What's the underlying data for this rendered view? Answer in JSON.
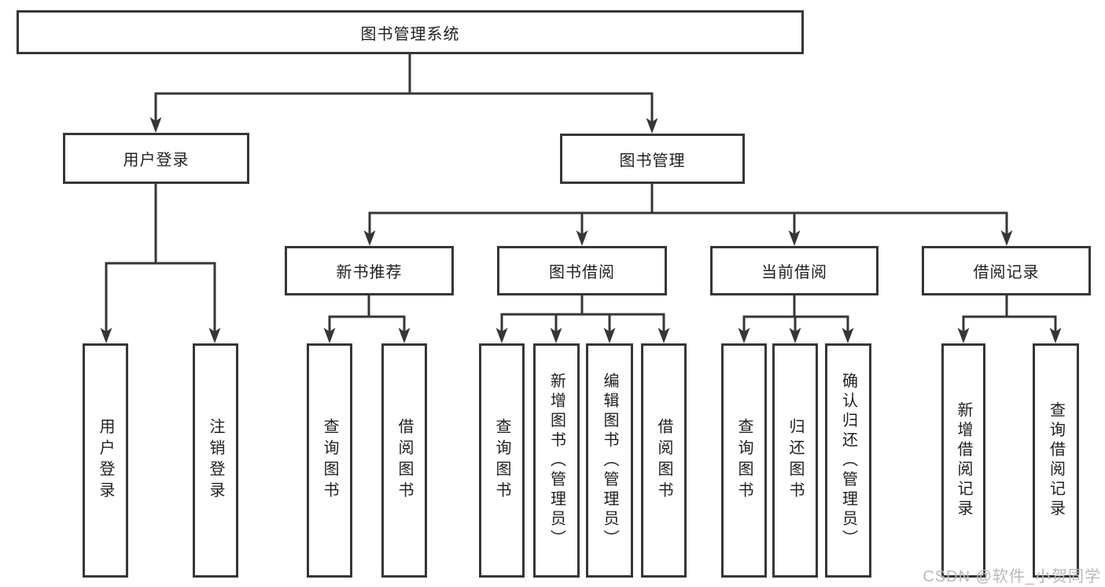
{
  "diagram": {
    "root": {
      "label": "图书管理系统"
    },
    "branches": [
      {
        "label": "用户登录",
        "children": [
          {
            "label": "用户登录"
          },
          {
            "label": "注销登录"
          }
        ]
      },
      {
        "label": "图书管理",
        "children": [
          {
            "label": "新书推荐",
            "children": [
              {
                "label": "查询图书"
              },
              {
                "label": "借阅图书"
              }
            ]
          },
          {
            "label": "图书借阅",
            "children": [
              {
                "label": "查询图书"
              },
              {
                "label": "新增图书（管理员）"
              },
              {
                "label": "编辑图书（管理员）"
              },
              {
                "label": "借阅图书"
              }
            ]
          },
          {
            "label": "当前借阅",
            "children": [
              {
                "label": "查询图书"
              },
              {
                "label": "归还图书"
              },
              {
                "label": "确认归还（管理员）"
              }
            ]
          },
          {
            "label": "借阅记录",
            "children": [
              {
                "label": "新增借阅记录"
              },
              {
                "label": "查询借阅记录"
              }
            ]
          }
        ]
      }
    ]
  },
  "watermark": {
    "text": "CSDN @软件_小贺同学",
    "color": "#b9b9b9"
  },
  "colors": {
    "line": "#363636",
    "box_border": "#363636",
    "box_fill": "#ffffff",
    "text": "#1f1f1f",
    "background": "#ffffff"
  }
}
